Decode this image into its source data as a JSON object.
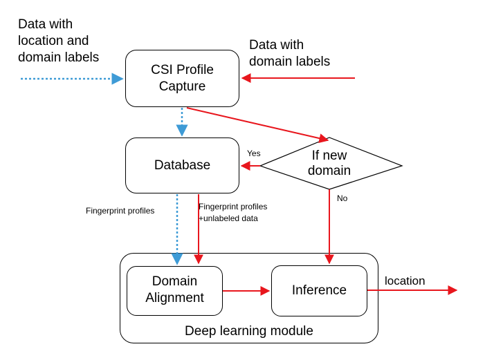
{
  "inputs": {
    "left": "Data with\nlocation and\ndomain labels",
    "right": "Data with\ndomain labels"
  },
  "nodes": {
    "csi_capture": "CSI Profile\nCapture",
    "database": "Database",
    "decision": "If new\ndomain",
    "domain_alignment": "Domain\nAlignment",
    "inference": "Inference",
    "module": "Deep learning module"
  },
  "edges": {
    "yes": "Yes",
    "no": "No",
    "fingerprint_left": "Fingerprint profiles",
    "fingerprint_right": "Fingerprint profiles\n+unlabeled data",
    "output": "location"
  },
  "colors": {
    "labeled_flow": "#3e9bd6",
    "unlabeled_flow": "#e8161d",
    "outline": "#000000"
  }
}
